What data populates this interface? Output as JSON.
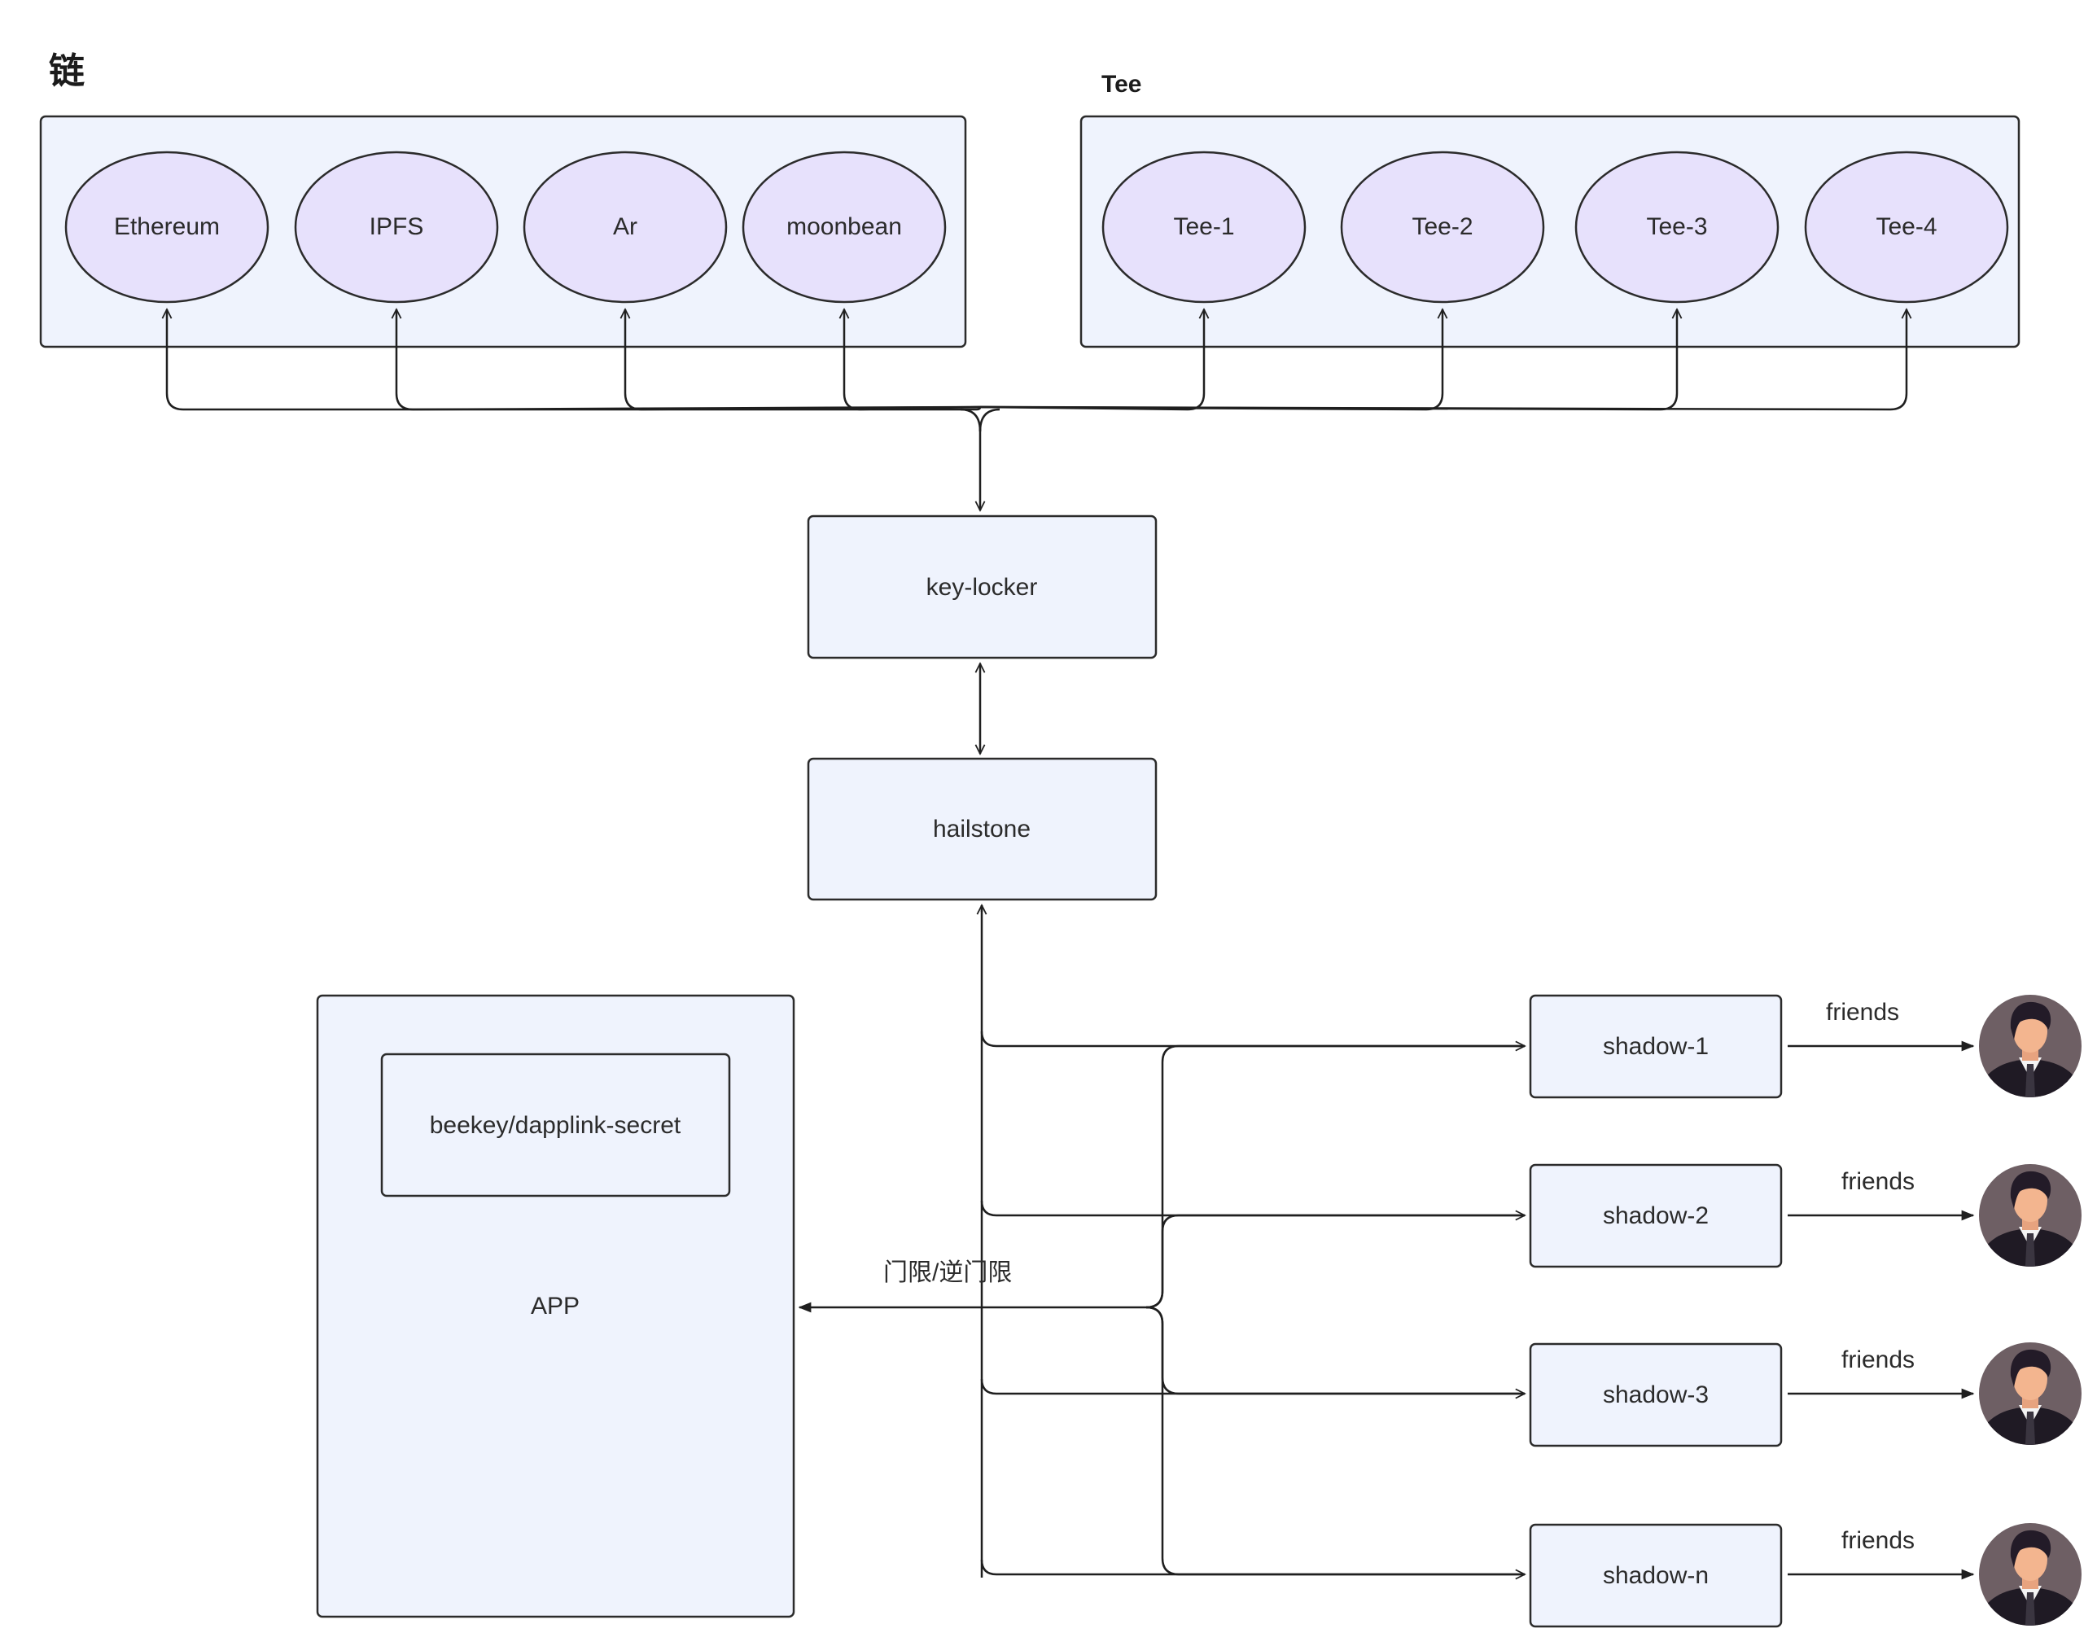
{
  "chain_group": {
    "title": "链",
    "nodes": [
      "Ethereum",
      "IPFS",
      "Ar",
      "moonbean"
    ]
  },
  "tee_group": {
    "title": "Tee",
    "nodes": [
      "Tee-1",
      "Tee-2",
      "Tee-3",
      "Tee-4"
    ]
  },
  "key_locker": {
    "label": "key-locker"
  },
  "hailstone": {
    "label": "hailstone"
  },
  "app": {
    "label": "APP",
    "secret_label": "beekey/dapplink-secret"
  },
  "app_edge_label": "门限/逆门限",
  "shadows": [
    {
      "label": "shadow-1",
      "friends_label": "friends"
    },
    {
      "label": "shadow-2",
      "friends_label": "friends"
    },
    {
      "label": "shadow-3",
      "friends_label": "friends"
    },
    {
      "label": "shadow-n",
      "friends_label": "friends"
    }
  ],
  "icons": {
    "friend_avatar": "person-avatar-icon"
  },
  "colors": {
    "box_fill": "#eff3fd",
    "ellipse_fill": "#e7e1fc",
    "stroke": "#2b2b2b"
  }
}
